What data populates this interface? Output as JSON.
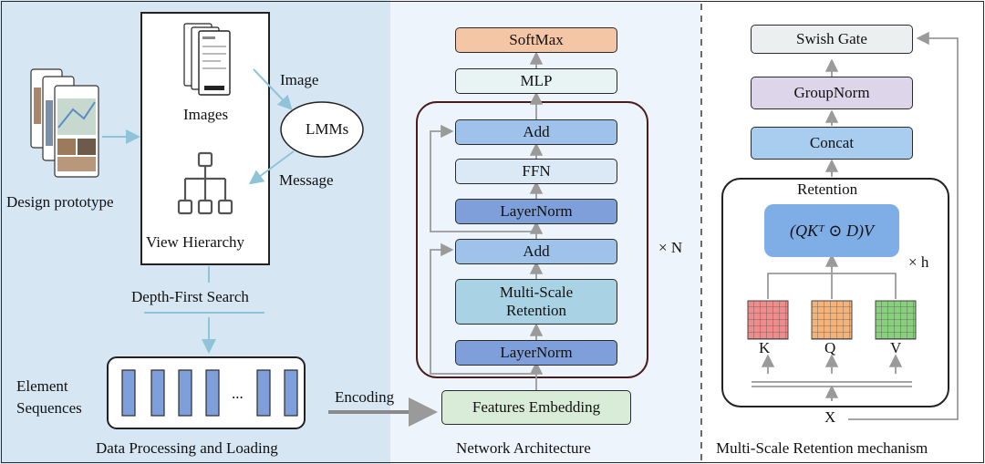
{
  "left": {
    "design_prototype": "Design prototype",
    "images": "Images",
    "view_hierarchy": "View Hierarchy",
    "lmms": "LMMs",
    "image_arrow": "Image",
    "message_arrow": "Message",
    "dfs": "Depth-First Search",
    "element_sequences_1": "Element",
    "element_sequences_2": "Sequences",
    "ellipsis": "...",
    "data_processing": "Data Processing and Loading",
    "encoding": "Encoding"
  },
  "middle": {
    "softmax": "SoftMax",
    "mlp": "MLP",
    "add_top": "Add",
    "ffn": "FFN",
    "layernorm_top": "LayerNorm",
    "add_bottom": "Add",
    "msr_1": "Multi-Scale",
    "msr_2": "Retention",
    "layernorm_bottom": "LayerNorm",
    "features_embedding": "Features Embedding",
    "times_n": "× N",
    "caption": "Network Architecture"
  },
  "right": {
    "swish_gate": "Swish Gate",
    "groupnorm": "GroupNorm",
    "concat": "Concat",
    "retention": "Retention",
    "formula": "(QKᵀ ⊙ D)V",
    "times_h": "× h",
    "k": "K",
    "q": "Q",
    "v": "V",
    "x": "X",
    "caption": "Multi-Scale Retention mechanism"
  },
  "colors": {
    "softmax": "#f5c6a6",
    "mlp": "#e8f4f4",
    "add": "#9ec2ea",
    "ffn": "#dbe9f6",
    "layernorm": "#7e9fda",
    "msr": "#a9d2e4",
    "features": "#d9ecd7",
    "groupnorm": "#ddd6ea",
    "concat": "#a9cdef",
    "formula": "#7faee6",
    "k_grid": "#f08c8c",
    "q_grid": "#f5b37a",
    "v_grid": "#88d07c",
    "dark_outline": "#4a1c1c"
  }
}
